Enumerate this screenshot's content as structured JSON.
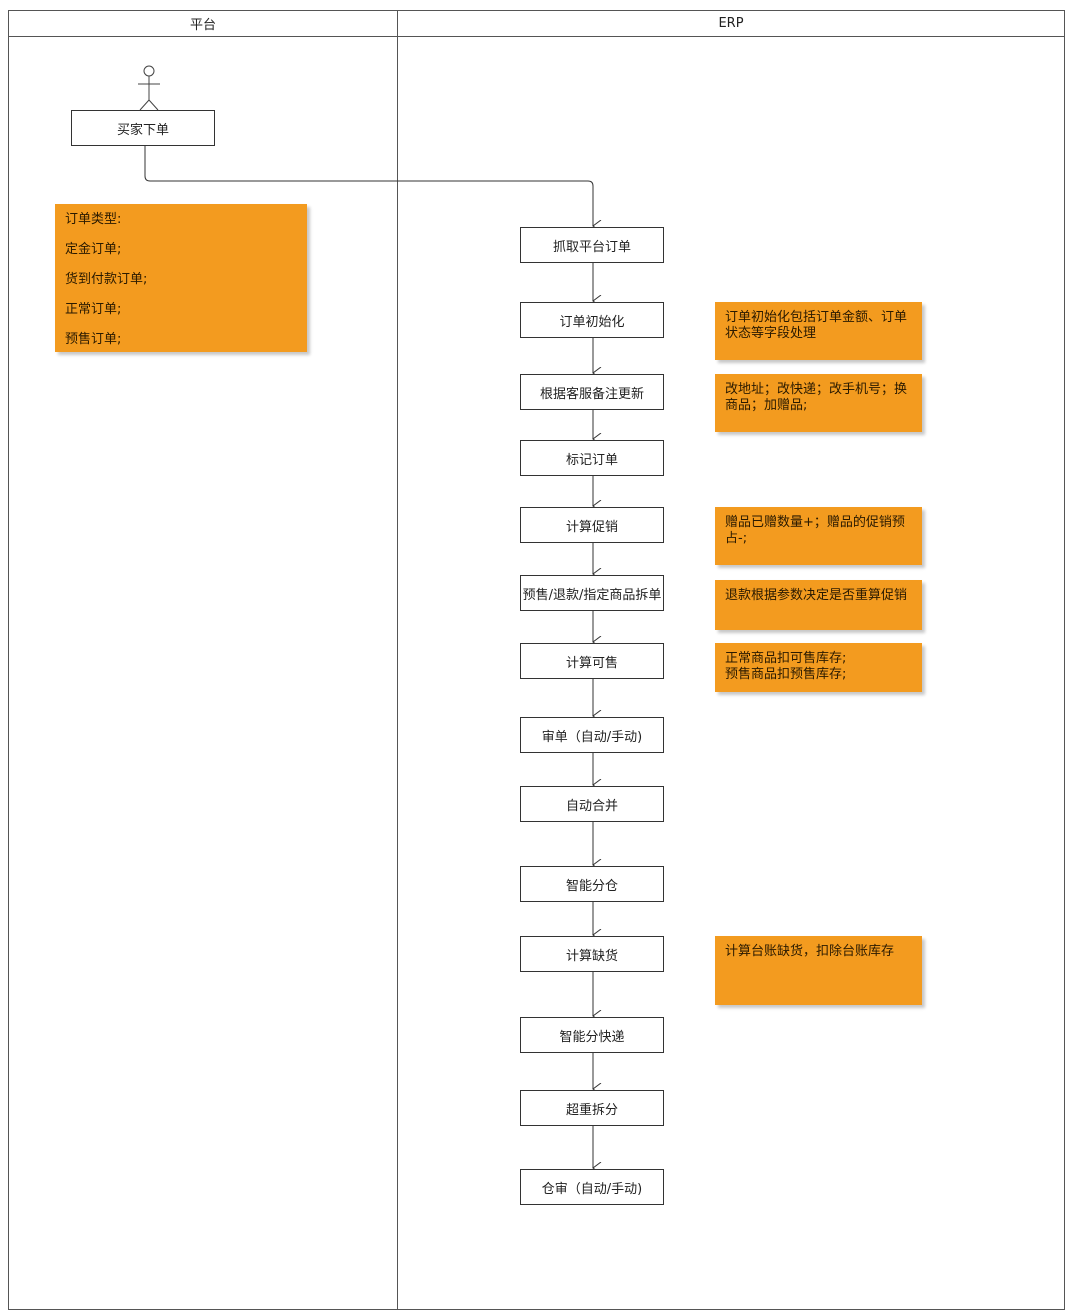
{
  "lanes": {
    "platform": {
      "title": "平台"
    },
    "erp": {
      "title": "ERP"
    }
  },
  "platform": {
    "actor_icon": "stick-figure-actor",
    "start_step": "买家下单",
    "order_types_note": [
      "订单类型:",
      "定金订单;",
      "货到付款订单;",
      "正常订单;",
      "预售订单;"
    ]
  },
  "erp": {
    "steps": [
      "抓取平台订单",
      "订单初始化",
      "根据客服备注更新",
      "标记订单",
      "计算促销",
      "预售/退款/指定商品拆单",
      "计算可售",
      "审单（自动/手动)",
      "自动合并",
      "智能分仓",
      "计算缺货",
      "智能分快递",
      "超重拆分",
      "仓审（自动/手动)"
    ],
    "notes": {
      "init": [
        "订单初始化包括订单金额、订单",
        "状态等字段处理"
      ],
      "remark": [
        "改地址；改快递；改手机号；换",
        "商品；加赠品;"
      ],
      "promo": [
        "赠品已赠数量+；赠品的促销预",
        "占-;"
      ],
      "split": [
        "退款根据参数决定是否重算促销"
      ],
      "sellable": [
        "正常商品扣可售库存;",
        "预售商品扣预售库存;"
      ],
      "shortage": [
        "计算台账缺货，扣除台账库存"
      ]
    }
  },
  "colors": {
    "note_fill": "#f39b1f",
    "line": "#333333"
  }
}
